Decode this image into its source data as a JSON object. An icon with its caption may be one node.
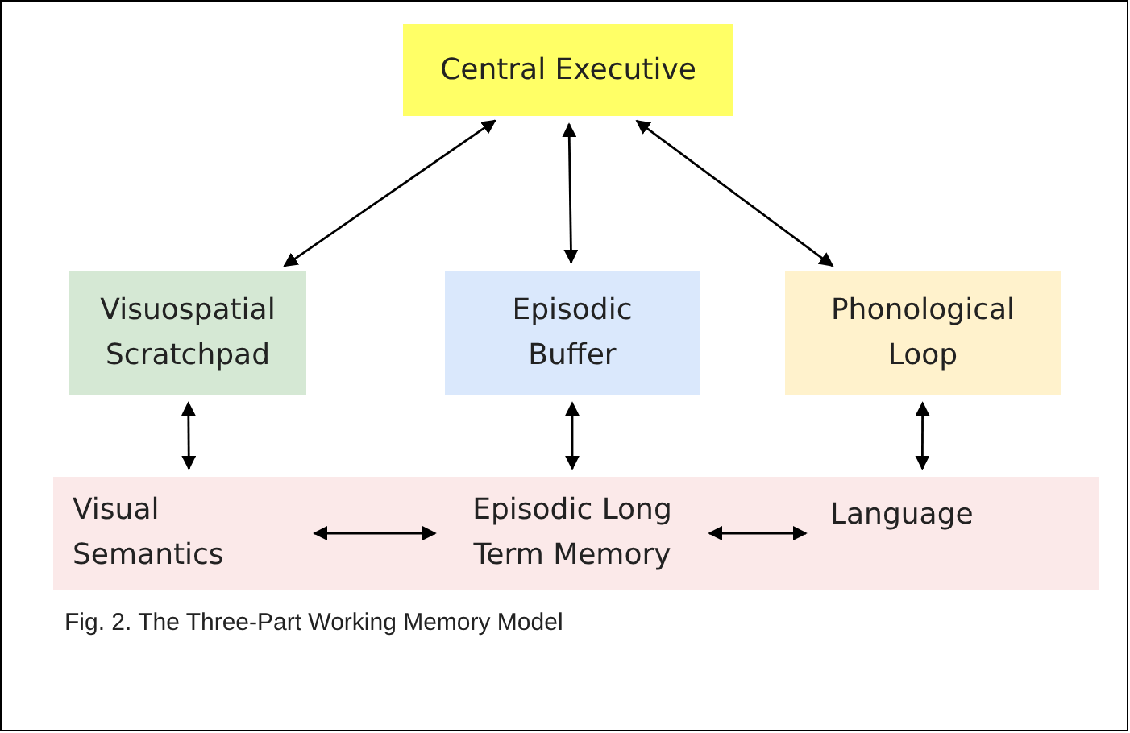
{
  "diagram": {
    "caption": "Fig. 2. The Three-Part Working Memory Model",
    "nodes": [
      {
        "text": [
          "Central Executive"
        ]
      },
      {
        "text": [
          "Visuospatial Scratchpad"
        ]
      },
      {
        "text": [
          "Episodic Buffer"
        ]
      },
      {
        "text": [
          "Phonological Loop"
        ]
      },
      {
        "text": [],
        "shape": "box"
      },
      {
        "text": [
          "Visual Semantics"
        ],
        "in": 4
      },
      {
        "text": [
          "Episodic Long Term Memory"
        ],
        "in": 4
      },
      {
        "text": [
          "Language"
        ],
        "in": 4
      }
    ],
    "edges": [
      {
        "from": 0,
        "to": 1,
        "arrow": "both"
      },
      {
        "from": 0,
        "to": 2,
        "arrow": "both"
      },
      {
        "from": 0,
        "to": 3,
        "arrow": "both"
      },
      {
        "from": 1,
        "to": 5,
        "arrow": "both"
      },
      {
        "from": 2,
        "to": 6,
        "arrow": "both"
      },
      {
        "from": 3,
        "to": 7,
        "arrow": "both"
      },
      {
        "from": 5,
        "to": 6,
        "arrow": "both"
      },
      {
        "from": 6,
        "to": 7,
        "arrow": "both"
      }
    ]
  }
}
